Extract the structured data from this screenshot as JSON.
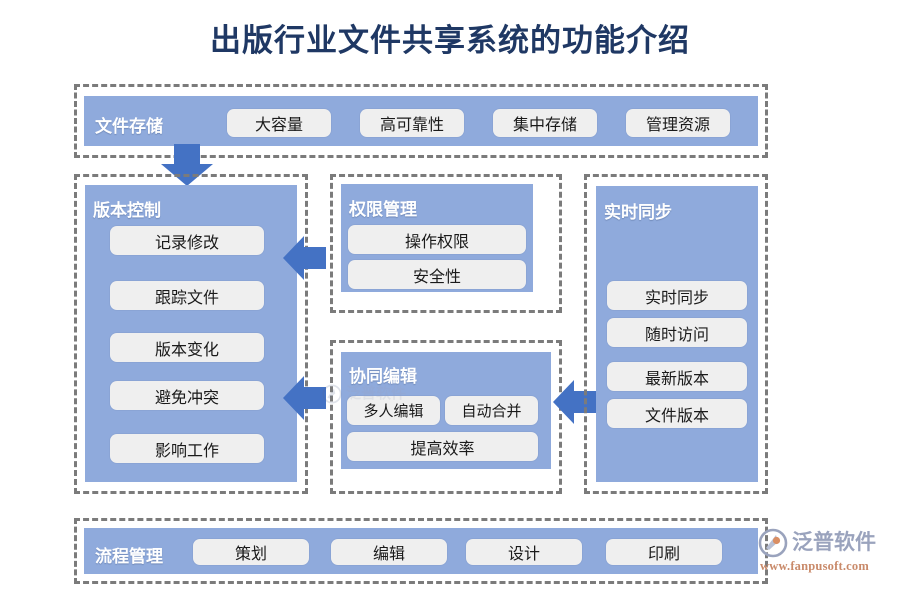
{
  "title": "出版行业文件共享系统的功能介绍",
  "colors": {
    "title": "#1F3864",
    "panel": "#8FAADC",
    "chip": "#EFEFEF",
    "arrow": "#4472C4",
    "frame": "#7B7B7B",
    "background": "#FFFFFF"
  },
  "groups": {
    "file_storage": {
      "title": "文件存储",
      "items": [
        "大容量",
        "高可靠性",
        "集中存储",
        "管理资源"
      ]
    },
    "version_control": {
      "title": "版本控制",
      "items": [
        "记录修改",
        "跟踪文件",
        "版本变化",
        "避免冲突",
        "影响工作"
      ]
    },
    "permission_management": {
      "title": "权限管理",
      "items": [
        "操作权限",
        "安全性"
      ]
    },
    "collaborative_editing": {
      "title": "协同编辑",
      "items": [
        "多人编辑",
        "自动合并",
        "提高效率"
      ]
    },
    "realtime_sync": {
      "title": "实时同步",
      "items": [
        "实时同步",
        "随时访问",
        "最新版本",
        "文件版本"
      ]
    },
    "process_management": {
      "title": "流程管理",
      "items": [
        "策划",
        "编辑",
        "设计",
        "印刷"
      ]
    }
  },
  "arrows": [
    {
      "name": "arrow-storage-to-version",
      "direction": "down"
    },
    {
      "name": "arrow-permission-to-version",
      "direction": "left"
    },
    {
      "name": "arrow-collab-to-version",
      "direction": "left"
    },
    {
      "name": "arrow-sync-to-collab",
      "direction": "left"
    }
  ],
  "watermark": {
    "brand": "泛普软件",
    "url": "www.fanpusoft.com"
  }
}
